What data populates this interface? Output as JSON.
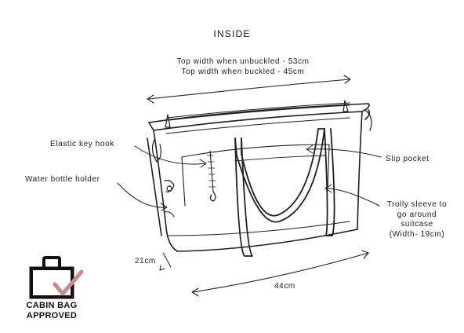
{
  "title": "INSIDE",
  "labels": {
    "top_width_unbuckled": "Top width when unbuckled - 53cm",
    "top_width_buckled": "Top width when buckled - 45cm",
    "elastic_key_hook": "Elastic key hook",
    "water_bottle_holder": "Water bottle holder",
    "slip_pocket": "Slip pocket",
    "trolly_sleeve": [
      "Trolly sleeve to",
      "go around",
      "suitcase",
      "(Width- 19cm)"
    ],
    "depth": "21cm",
    "length": "44cm"
  },
  "badge": {
    "line1": "CABIN BAG",
    "line2": "APPROVED",
    "icon": "suitcase-check-icon",
    "check_color": "#c98a8a"
  }
}
